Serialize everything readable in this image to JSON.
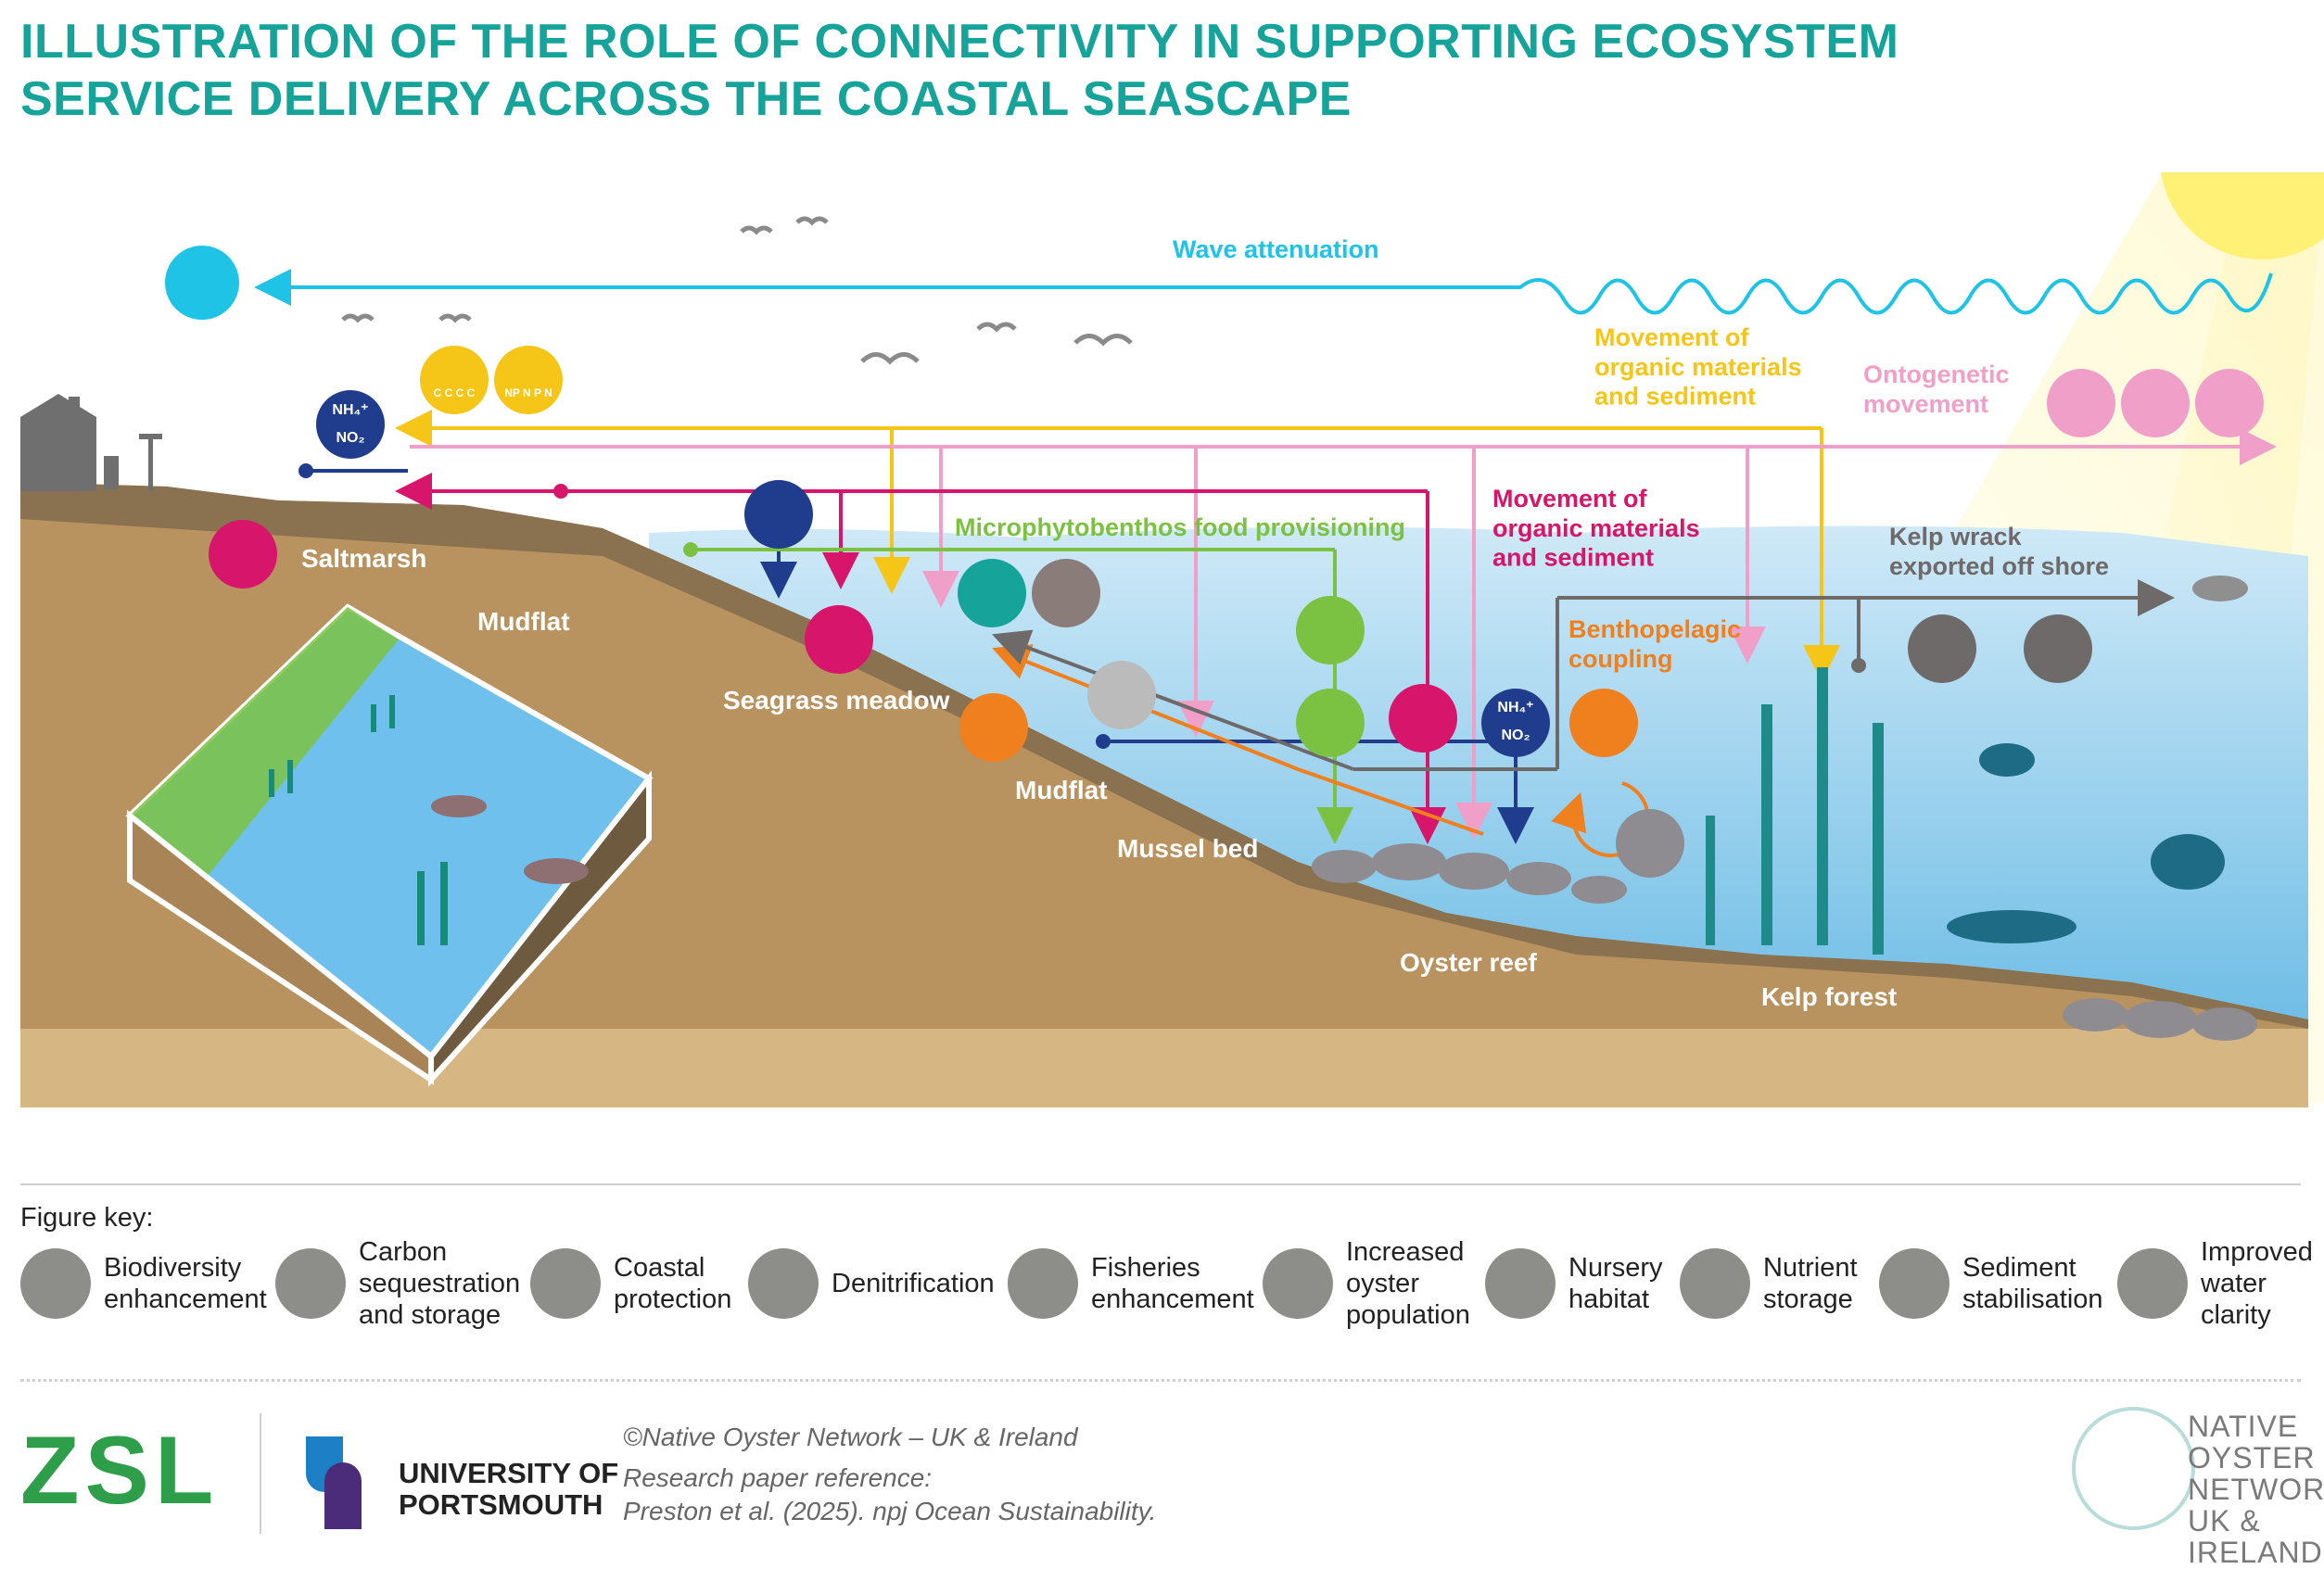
{
  "title": {
    "line1": "ILLUSTRATION OF THE ROLE OF CONNECTIVITY IN SUPPORTING ECOSYSTEM",
    "line2": "SERVICE DELIVERY ACROSS THE COASTAL SEASCAPE"
  },
  "colors": {
    "teal_title": "#16a39a",
    "wave": "#1ec3e6",
    "yellow": "#f5c518",
    "pink": "#f0a0c8",
    "magenta": "#d6156b",
    "green": "#7cc242",
    "navy": "#1f3d8c",
    "orange": "#f07f1e",
    "grey": "#6e6a6a",
    "sea": "#9fd3ee",
    "sand": "#c7a574",
    "mud": "#8a7150"
  },
  "flows": {
    "wave": "Wave attenuation",
    "yellow": "Movement of\norganic materials\nand sediment",
    "pink": "Ontogenetic\nmovement",
    "magenta": "Movement of\norganic materials\nand sediment",
    "green": "Microphytobenthos food provisioning",
    "orange": "Benthopelagic\ncoupling",
    "grey": "Kelp wrack\nexported off shore"
  },
  "habitats": {
    "saltmarsh": "Saltmarsh",
    "mudflat1": "Mudflat",
    "seagrass": "Seagrass meadow",
    "mudflat2": "Mudflat",
    "mussel": "Mussel bed",
    "oyster": "Oyster reef",
    "kelp": "Kelp forest"
  },
  "icon_glyphs": {
    "nh4": "NH₄⁺",
    "no2": "NO₂",
    "carbon": "C C C C",
    "nutrient": "NP N P N"
  },
  "key": {
    "title": "Figure key:",
    "items": [
      {
        "label": "Biodiversity\nenhancement",
        "icon": "seahorse-icon"
      },
      {
        "label": "Carbon\nsequestration\nand storage",
        "icon": "carbon-icon"
      },
      {
        "label": "Coastal\nprotection",
        "icon": "wave-icon"
      },
      {
        "label": "Denitrification",
        "icon": "denitrification-icon"
      },
      {
        "label": "Fisheries\nenhancement",
        "icon": "fish-icon"
      },
      {
        "label": "Increased\noyster\npopulation",
        "icon": "oyster-icon"
      },
      {
        "label": "Nursery\nhabitat",
        "icon": "nursery-icon"
      },
      {
        "label": "Nutrient\nstorage",
        "icon": "nutrient-icon"
      },
      {
        "label": "Sediment\nstabilisation",
        "icon": "sediment-icon"
      },
      {
        "label": "Improved\nwater\nclarity",
        "icon": "water-drop-icon"
      }
    ]
  },
  "footer": {
    "copyright": "©Native Oyster Network – UK & Ireland",
    "ref_label": "Research paper reference:",
    "ref": "Preston et al. (2025). npj Ocean Sustainability.",
    "zsl": "ZSL",
    "uop": "UNIVERSITY OF\nPORTSMOUTH",
    "non": "NATIVE\nOYSTER\nNETWORK\nUK & IRELAND"
  }
}
